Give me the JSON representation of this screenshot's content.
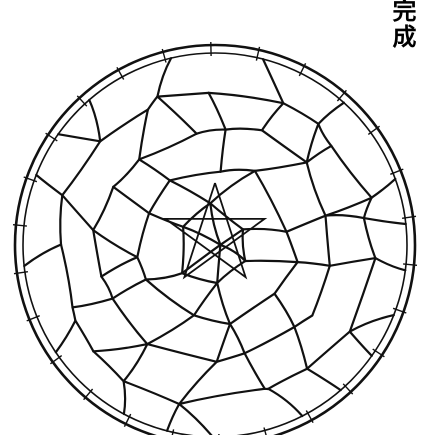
{
  "caption": {
    "chars": [
      "完",
      "成"
    ]
  },
  "colors": {
    "ink": "#111111",
    "paper": "#ffffff"
  },
  "figure": {
    "kind": "circular-mesh-net",
    "outer_frame": "double-circle",
    "center_motif": "five-pointed-star",
    "net_style": "irregular-polygon-cells"
  }
}
